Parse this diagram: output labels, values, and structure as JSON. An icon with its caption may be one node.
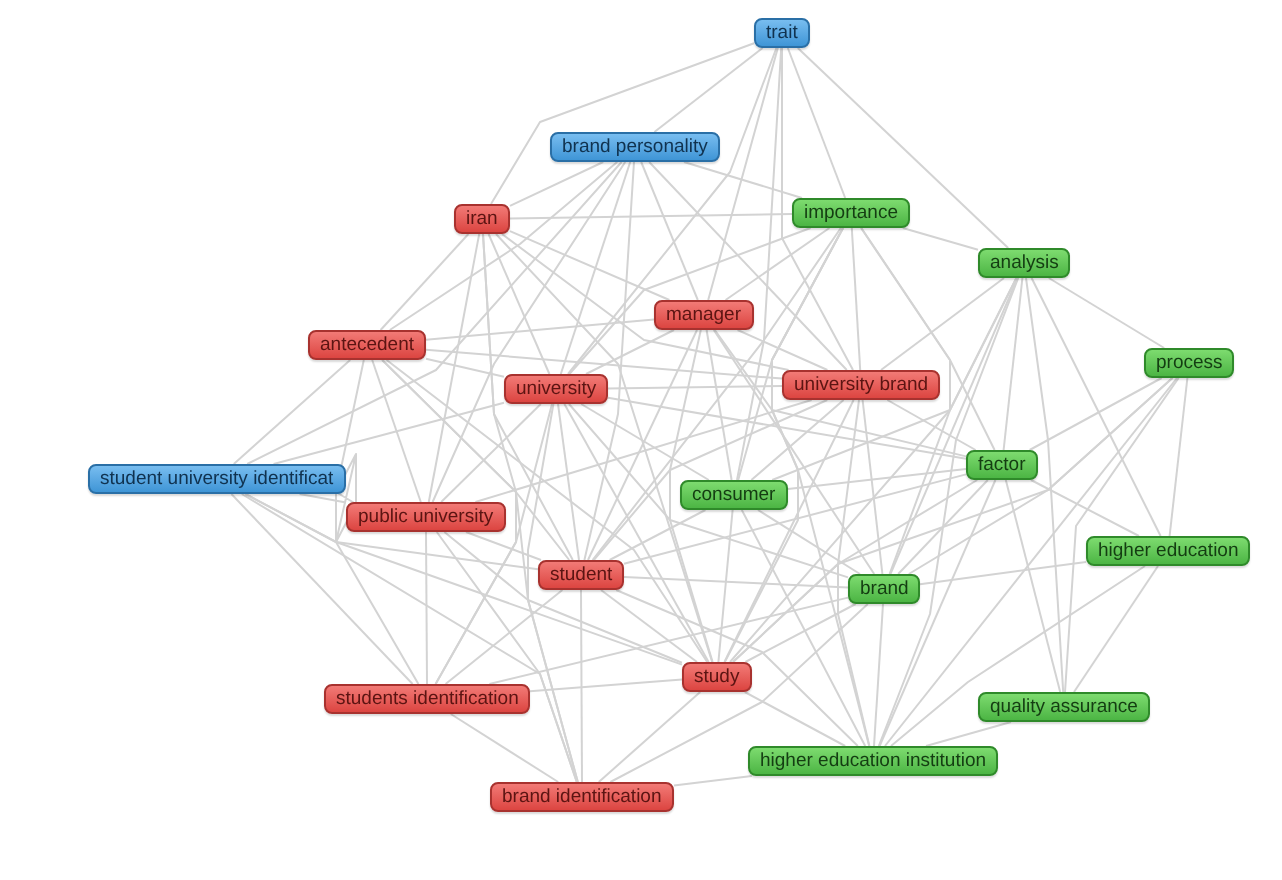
{
  "diagram": {
    "nodes": [
      {
        "text": [
          "trait"
        ]
      },
      {
        "text": [
          "brand personality"
        ]
      },
      {
        "text": [
          "iran"
        ]
      },
      {
        "text": [
          "importance"
        ]
      },
      {
        "text": [
          "analysis"
        ]
      },
      {
        "text": [
          "manager"
        ]
      },
      {
        "text": [
          "antecedent"
        ]
      },
      {
        "text": [
          "process"
        ]
      },
      {
        "text": [
          "university"
        ]
      },
      {
        "text": [
          "university brand"
        ]
      },
      {
        "text": [
          "factor"
        ]
      },
      {
        "text": [
          "student university identificat"
        ]
      },
      {
        "text": [
          "consumer"
        ]
      },
      {
        "text": [
          "public university"
        ]
      },
      {
        "text": [
          "higher education"
        ]
      },
      {
        "text": [
          "student"
        ]
      },
      {
        "text": [
          "brand"
        ]
      },
      {
        "text": [
          "study"
        ]
      },
      {
        "text": [
          "students identification"
        ]
      },
      {
        "text": [
          "quality assurance"
        ]
      },
      {
        "text": [
          "higher education institution"
        ]
      },
      {
        "text": [
          "brand identification"
        ]
      }
    ],
    "edges": [
      {
        "from": 0,
        "to": 1,
        "arrow": "none"
      },
      {
        "from": 0,
        "to": 2,
        "arrow": "none"
      },
      {
        "from": 0,
        "to": 3,
        "arrow": "none"
      },
      {
        "from": 0,
        "to": 4,
        "arrow": "none"
      },
      {
        "from": 0,
        "to": 5,
        "arrow": "none"
      },
      {
        "from": 0,
        "to": 8,
        "arrow": "none"
      },
      {
        "from": 0,
        "to": 9,
        "arrow": "none"
      },
      {
        "from": 0,
        "to": 12,
        "arrow": "none"
      },
      {
        "from": 1,
        "to": 2,
        "arrow": "none"
      },
      {
        "from": 1,
        "to": 3,
        "arrow": "none"
      },
      {
        "from": 1,
        "to": 5,
        "arrow": "none"
      },
      {
        "from": 1,
        "to": 8,
        "arrow": "none"
      },
      {
        "from": 1,
        "to": 9,
        "arrow": "none"
      },
      {
        "from": 1,
        "to": 13,
        "arrow": "none"
      },
      {
        "from": 1,
        "to": 15,
        "arrow": "none"
      },
      {
        "from": 1,
        "to": 6,
        "arrow": "none"
      },
      {
        "from": 1,
        "to": 11,
        "arrow": "none"
      },
      {
        "from": 2,
        "to": 6,
        "arrow": "none"
      },
      {
        "from": 2,
        "to": 8,
        "arrow": "none"
      },
      {
        "from": 2,
        "to": 5,
        "arrow": "none"
      },
      {
        "from": 2,
        "to": 9,
        "arrow": "none"
      },
      {
        "from": 2,
        "to": 13,
        "arrow": "none"
      },
      {
        "from": 2,
        "to": 15,
        "arrow": "none"
      },
      {
        "from": 2,
        "to": 17,
        "arrow": "none"
      },
      {
        "from": 2,
        "to": 18,
        "arrow": "none"
      },
      {
        "from": 2,
        "to": 3,
        "arrow": "none"
      },
      {
        "from": 3,
        "to": 4,
        "arrow": "none"
      },
      {
        "from": 3,
        "to": 5,
        "arrow": "none"
      },
      {
        "from": 3,
        "to": 8,
        "arrow": "none"
      },
      {
        "from": 3,
        "to": 9,
        "arrow": "none"
      },
      {
        "from": 3,
        "to": 10,
        "arrow": "none"
      },
      {
        "from": 3,
        "to": 12,
        "arrow": "none"
      },
      {
        "from": 3,
        "to": 16,
        "arrow": "none"
      },
      {
        "from": 3,
        "to": 17,
        "arrow": "none"
      },
      {
        "from": 3,
        "to": 20,
        "arrow": "none"
      },
      {
        "from": 3,
        "to": 15,
        "arrow": "none"
      },
      {
        "from": 4,
        "to": 7,
        "arrow": "none"
      },
      {
        "from": 4,
        "to": 9,
        "arrow": "none"
      },
      {
        "from": 4,
        "to": 10,
        "arrow": "none"
      },
      {
        "from": 4,
        "to": 12,
        "arrow": "none"
      },
      {
        "from": 4,
        "to": 14,
        "arrow": "none"
      },
      {
        "from": 4,
        "to": 16,
        "arrow": "none"
      },
      {
        "from": 4,
        "to": 20,
        "arrow": "none"
      },
      {
        "from": 4,
        "to": 17,
        "arrow": "none"
      },
      {
        "from": 4,
        "to": 19,
        "arrow": "none"
      },
      {
        "from": 5,
        "to": 8,
        "arrow": "none"
      },
      {
        "from": 5,
        "to": 9,
        "arrow": "none"
      },
      {
        "from": 5,
        "to": 12,
        "arrow": "none"
      },
      {
        "from": 5,
        "to": 15,
        "arrow": "none"
      },
      {
        "from": 5,
        "to": 16,
        "arrow": "none"
      },
      {
        "from": 5,
        "to": 17,
        "arrow": "none"
      },
      {
        "from": 5,
        "to": 6,
        "arrow": "none"
      },
      {
        "from": 5,
        "to": 10,
        "arrow": "none"
      },
      {
        "from": 6,
        "to": 8,
        "arrow": "none"
      },
      {
        "from": 6,
        "to": 11,
        "arrow": "none"
      },
      {
        "from": 6,
        "to": 13,
        "arrow": "none"
      },
      {
        "from": 6,
        "to": 15,
        "arrow": "none"
      },
      {
        "from": 6,
        "to": 17,
        "arrow": "none"
      },
      {
        "from": 6,
        "to": 18,
        "arrow": "none"
      },
      {
        "from": 6,
        "to": 21,
        "arrow": "none"
      },
      {
        "from": 6,
        "to": 9,
        "arrow": "none"
      },
      {
        "from": 7,
        "to": 10,
        "arrow": "none"
      },
      {
        "from": 7,
        "to": 14,
        "arrow": "none"
      },
      {
        "from": 7,
        "to": 16,
        "arrow": "none"
      },
      {
        "from": 7,
        "to": 19,
        "arrow": "none"
      },
      {
        "from": 7,
        "to": 20,
        "arrow": "none"
      },
      {
        "from": 7,
        "to": 17,
        "arrow": "none"
      },
      {
        "from": 8,
        "to": 9,
        "arrow": "none"
      },
      {
        "from": 8,
        "to": 12,
        "arrow": "none"
      },
      {
        "from": 8,
        "to": 13,
        "arrow": "none"
      },
      {
        "from": 8,
        "to": 15,
        "arrow": "none"
      },
      {
        "from": 8,
        "to": 16,
        "arrow": "none"
      },
      {
        "from": 8,
        "to": 17,
        "arrow": "none"
      },
      {
        "from": 8,
        "to": 18,
        "arrow": "none"
      },
      {
        "from": 8,
        "to": 21,
        "arrow": "none"
      },
      {
        "from": 8,
        "to": 11,
        "arrow": "none"
      },
      {
        "from": 8,
        "to": 10,
        "arrow": "none"
      },
      {
        "from": 9,
        "to": 10,
        "arrow": "none"
      },
      {
        "from": 9,
        "to": 12,
        "arrow": "none"
      },
      {
        "from": 9,
        "to": 15,
        "arrow": "none"
      },
      {
        "from": 9,
        "to": 16,
        "arrow": "none"
      },
      {
        "from": 9,
        "to": 17,
        "arrow": "none"
      },
      {
        "from": 9,
        "to": 13,
        "arrow": "none"
      },
      {
        "from": 9,
        "to": 20,
        "arrow": "none"
      },
      {
        "from": 10,
        "to": 12,
        "arrow": "none"
      },
      {
        "from": 10,
        "to": 16,
        "arrow": "none"
      },
      {
        "from": 10,
        "to": 14,
        "arrow": "none"
      },
      {
        "from": 10,
        "to": 17,
        "arrow": "none"
      },
      {
        "from": 10,
        "to": 19,
        "arrow": "none"
      },
      {
        "from": 10,
        "to": 20,
        "arrow": "none"
      },
      {
        "from": 10,
        "to": 15,
        "arrow": "none"
      },
      {
        "from": 11,
        "to": 13,
        "arrow": "none"
      },
      {
        "from": 11,
        "to": 15,
        "arrow": "none"
      },
      {
        "from": 11,
        "to": 17,
        "arrow": "none"
      },
      {
        "from": 11,
        "to": 18,
        "arrow": "none"
      },
      {
        "from": 11,
        "to": 21,
        "arrow": "none"
      },
      {
        "from": 12,
        "to": 15,
        "arrow": "none"
      },
      {
        "from": 12,
        "to": 16,
        "arrow": "none"
      },
      {
        "from": 12,
        "to": 17,
        "arrow": "none"
      },
      {
        "from": 12,
        "to": 20,
        "arrow": "none"
      },
      {
        "from": 13,
        "to": 15,
        "arrow": "none"
      },
      {
        "from": 13,
        "to": 17,
        "arrow": "none"
      },
      {
        "from": 13,
        "to": 18,
        "arrow": "none"
      },
      {
        "from": 13,
        "to": 21,
        "arrow": "none"
      },
      {
        "from": 14,
        "to": 16,
        "arrow": "none"
      },
      {
        "from": 14,
        "to": 19,
        "arrow": "none"
      },
      {
        "from": 14,
        "to": 20,
        "arrow": "none"
      },
      {
        "from": 15,
        "to": 16,
        "arrow": "none"
      },
      {
        "from": 15,
        "to": 17,
        "arrow": "none"
      },
      {
        "from": 15,
        "to": 18,
        "arrow": "none"
      },
      {
        "from": 15,
        "to": 21,
        "arrow": "none"
      },
      {
        "from": 15,
        "to": 20,
        "arrow": "none"
      },
      {
        "from": 16,
        "to": 17,
        "arrow": "none"
      },
      {
        "from": 16,
        "to": 20,
        "arrow": "none"
      },
      {
        "from": 16,
        "to": 21,
        "arrow": "none"
      },
      {
        "from": 16,
        "to": 18,
        "arrow": "none"
      },
      {
        "from": 17,
        "to": 18,
        "arrow": "none"
      },
      {
        "from": 17,
        "to": 20,
        "arrow": "none"
      },
      {
        "from": 17,
        "to": 21,
        "arrow": "none"
      },
      {
        "from": 18,
        "to": 21,
        "arrow": "none"
      },
      {
        "from": 19,
        "to": 20,
        "arrow": "none"
      },
      {
        "from": 20,
        "to": 21,
        "arrow": "none"
      }
    ]
  }
}
